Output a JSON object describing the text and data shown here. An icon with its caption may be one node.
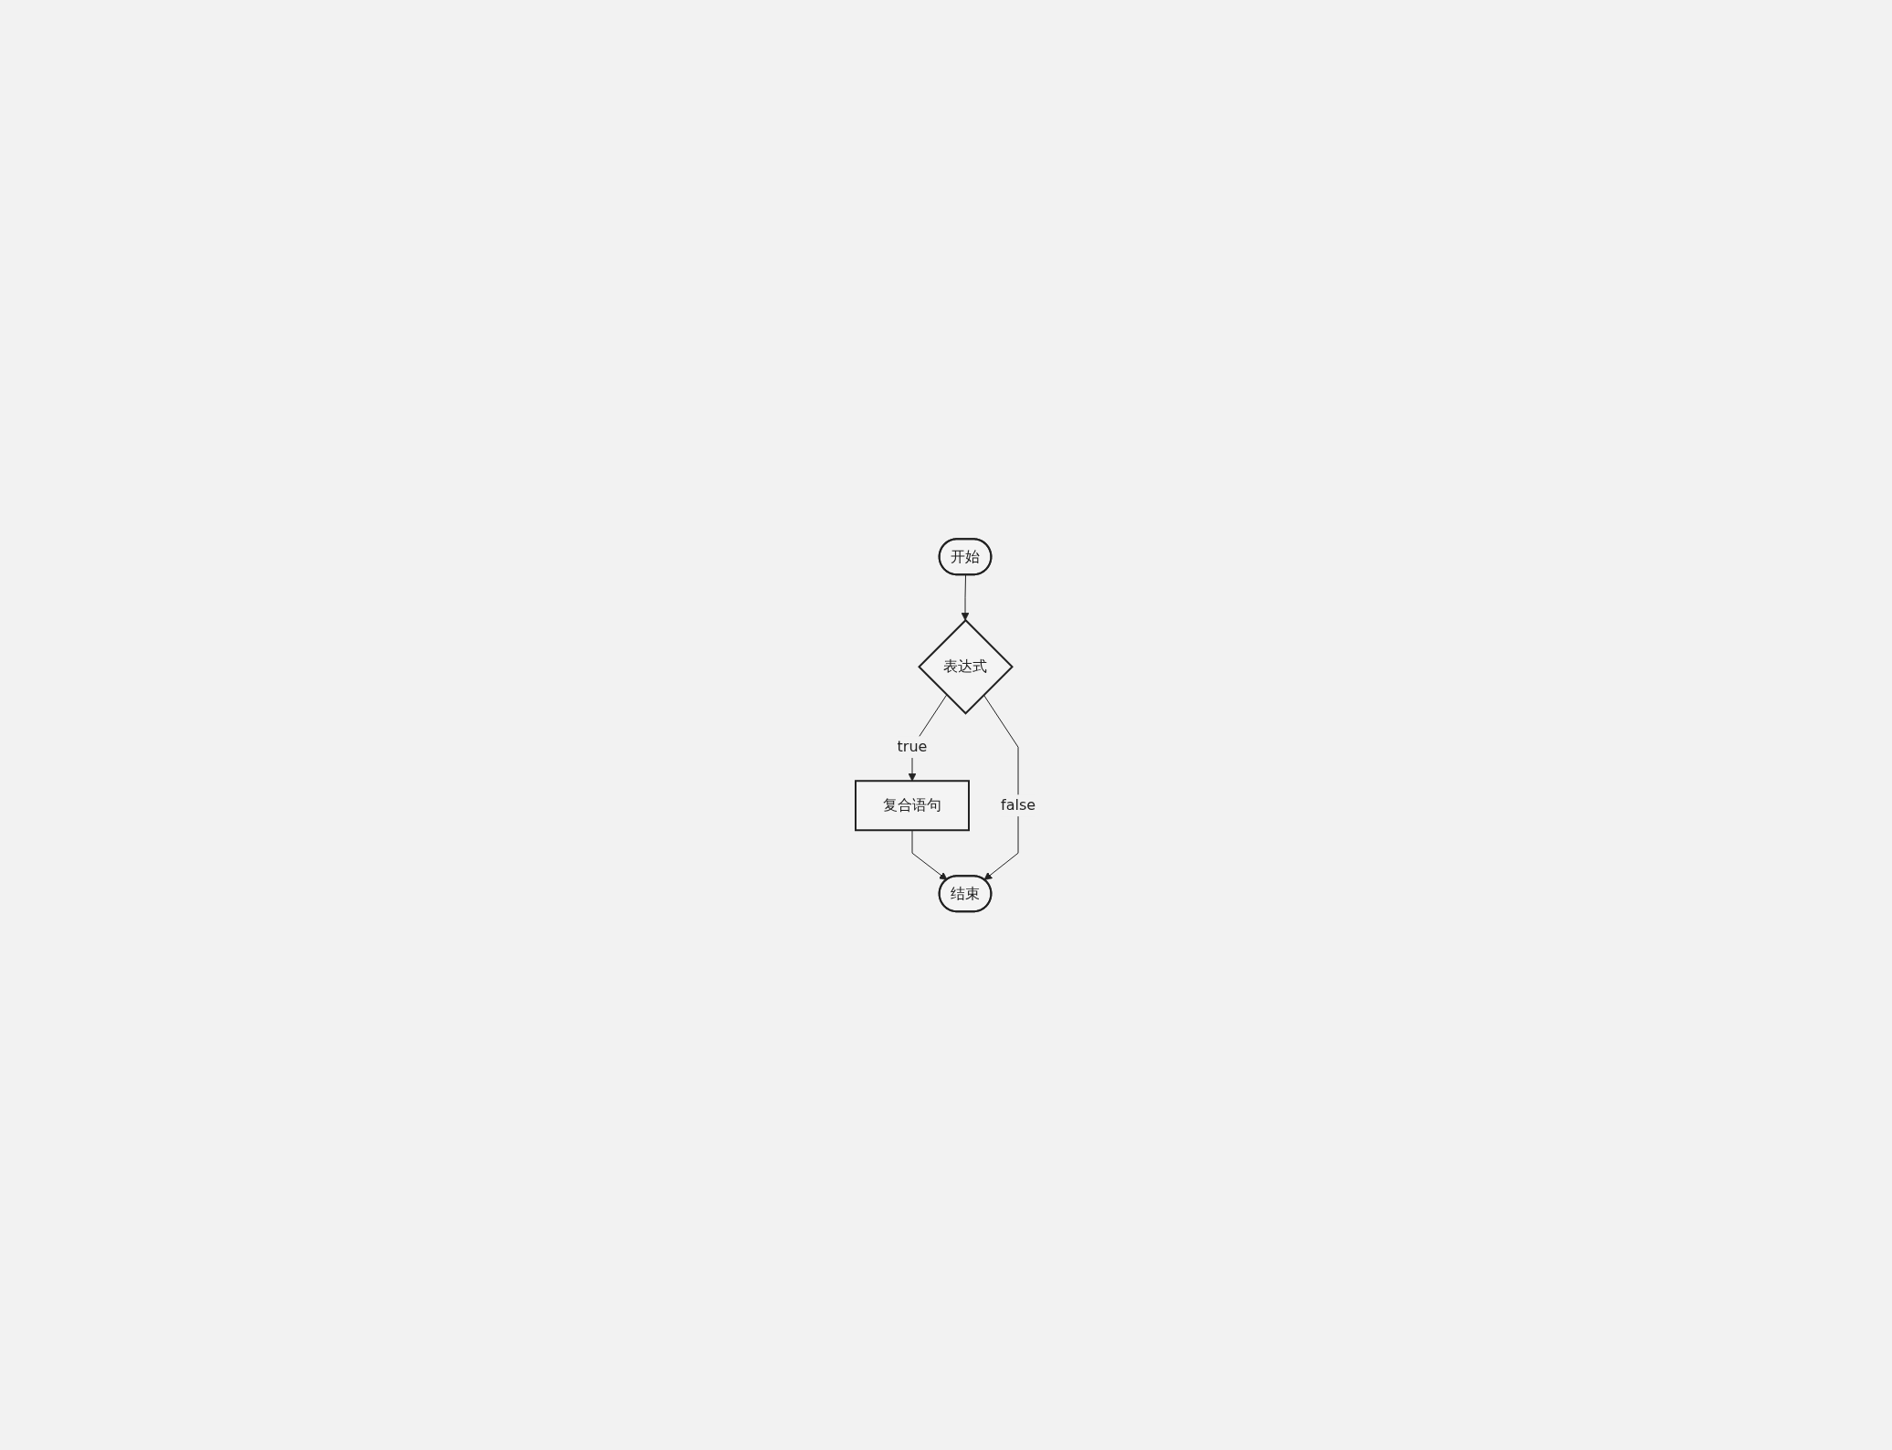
{
  "diagram": {
    "nodes": [
      {
        "text": [
          "开始"
        ]
      },
      {
        "text": [
          "表达式"
        ]
      },
      {
        "text": [
          "复合语句"
        ]
      },
      {
        "text": [
          "结束"
        ]
      }
    ],
    "edges": [
      {
        "from": 0,
        "to": 1,
        "arrow": "to"
      },
      {
        "from": 1,
        "to": 2,
        "label": "true",
        "arrow": "to"
      },
      {
        "from": 2,
        "to": 3,
        "arrow": "to"
      },
      {
        "from": 1,
        "to": 3,
        "label": "false",
        "arrow": "to"
      }
    ]
  }
}
